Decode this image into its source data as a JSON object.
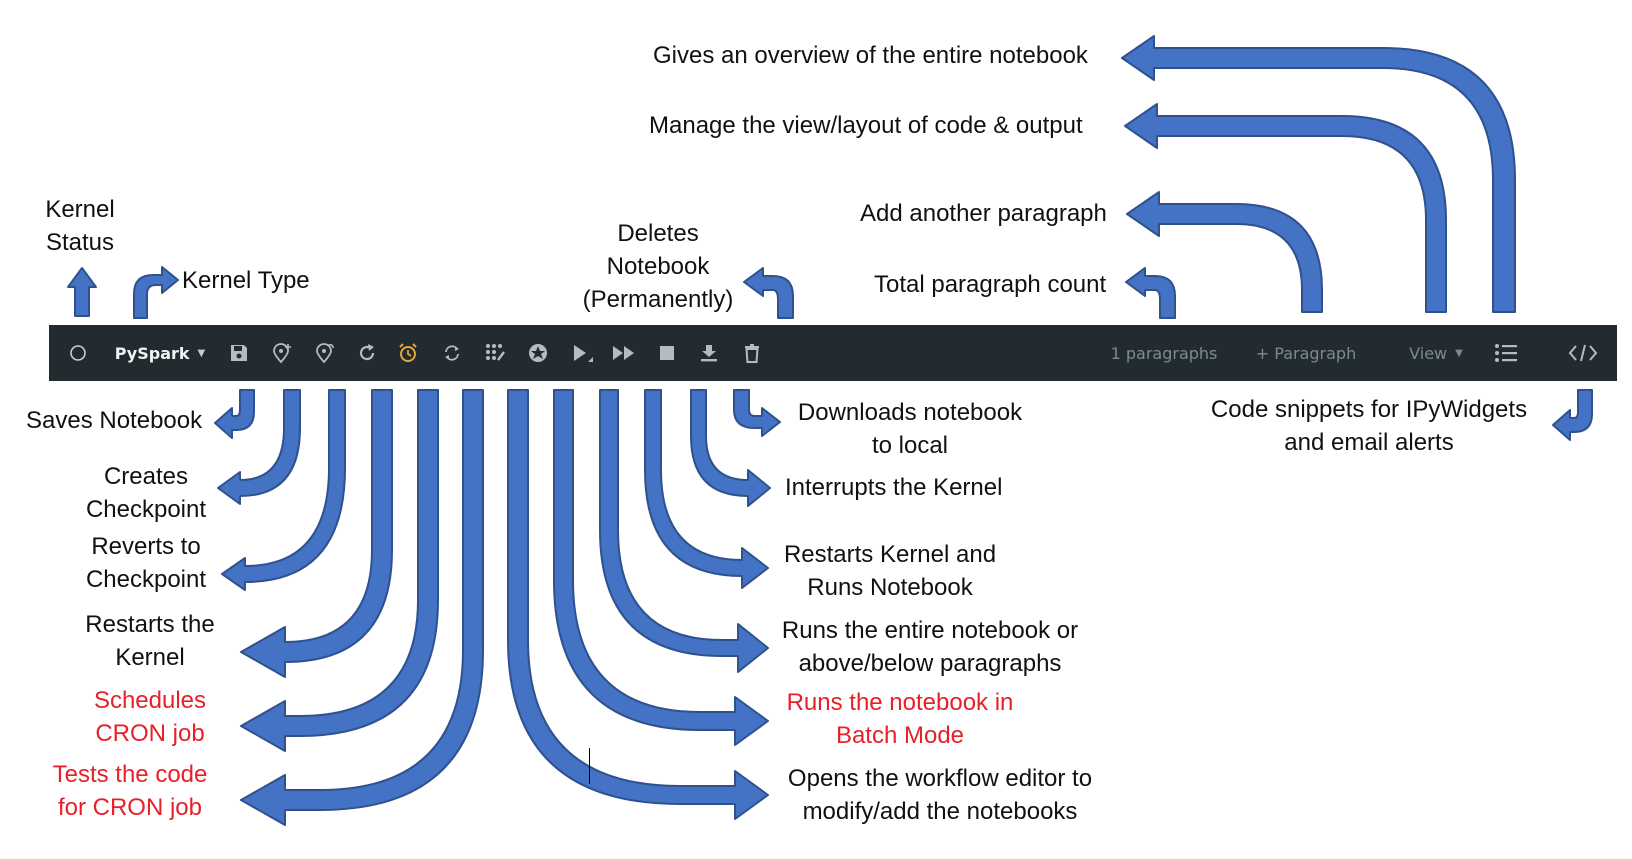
{
  "toolbar": {
    "kernel_name": "PySpark",
    "paragraph_count": "1 paragraphs",
    "add_paragraph": "+ Paragraph",
    "view": "View",
    "icons": [
      "kernel-status-icon",
      "kernel-dropdown-icon",
      "save-icon",
      "checkpoint-create-icon",
      "checkpoint-revert-icon",
      "restart-icon",
      "alarm-clock-icon",
      "refresh-icon",
      "workflow-grid-icon",
      "batch-run-icon",
      "run-icon",
      "fast-forward-icon",
      "stop-icon",
      "download-icon",
      "trash-icon",
      "list-icon",
      "code-icon"
    ]
  },
  "labels": {
    "overview": "Gives an overview of the entire notebook",
    "manage_view": "Manage the view/layout of code & output",
    "add_paragraph": "Add another paragraph",
    "total_count": "Total paragraph count",
    "kernel_status_1": "Kernel",
    "kernel_status_2": "Status",
    "kernel_type": "Kernel Type",
    "delete_1": "Deletes",
    "delete_2": "Notebook",
    "delete_3": "(Permanently)",
    "saves": "Saves Notebook",
    "creates_1": "Creates",
    "creates_2": "Checkpoint",
    "reverts_1": "Reverts to",
    "reverts_2": "Checkpoint",
    "restarts_1": "Restarts the",
    "restarts_2": "Kernel",
    "schedules_1": "Schedules",
    "schedules_2": "CRON job",
    "tests_1": "Tests the code",
    "tests_2": "for CRON job",
    "downloads_1": "Downloads notebook",
    "downloads_2": "to local",
    "interrupts": "Interrupts the Kernel",
    "restart_run_1": "Restarts Kernel and",
    "restart_run_2": "Runs Notebook",
    "runs_entire_1": "Runs the entire notebook or",
    "runs_entire_2": "above/below paragraphs",
    "batch_1": "Runs the notebook in",
    "batch_2": "Batch Mode",
    "workflow_1": "Opens the workflow editor to",
    "workflow_2": "modify/add the notebooks",
    "snippets_1": "Code snippets for IPyWidgets",
    "snippets_2": "and email alerts"
  },
  "colors": {
    "arrow_fill": "#4472c4",
    "arrow_stroke": "#2f528f",
    "toolbar_bg": "#222b30",
    "icon": "#b4bcc1",
    "accent_orange": "#e8a33a",
    "highlight_red": "#e8202a"
  }
}
